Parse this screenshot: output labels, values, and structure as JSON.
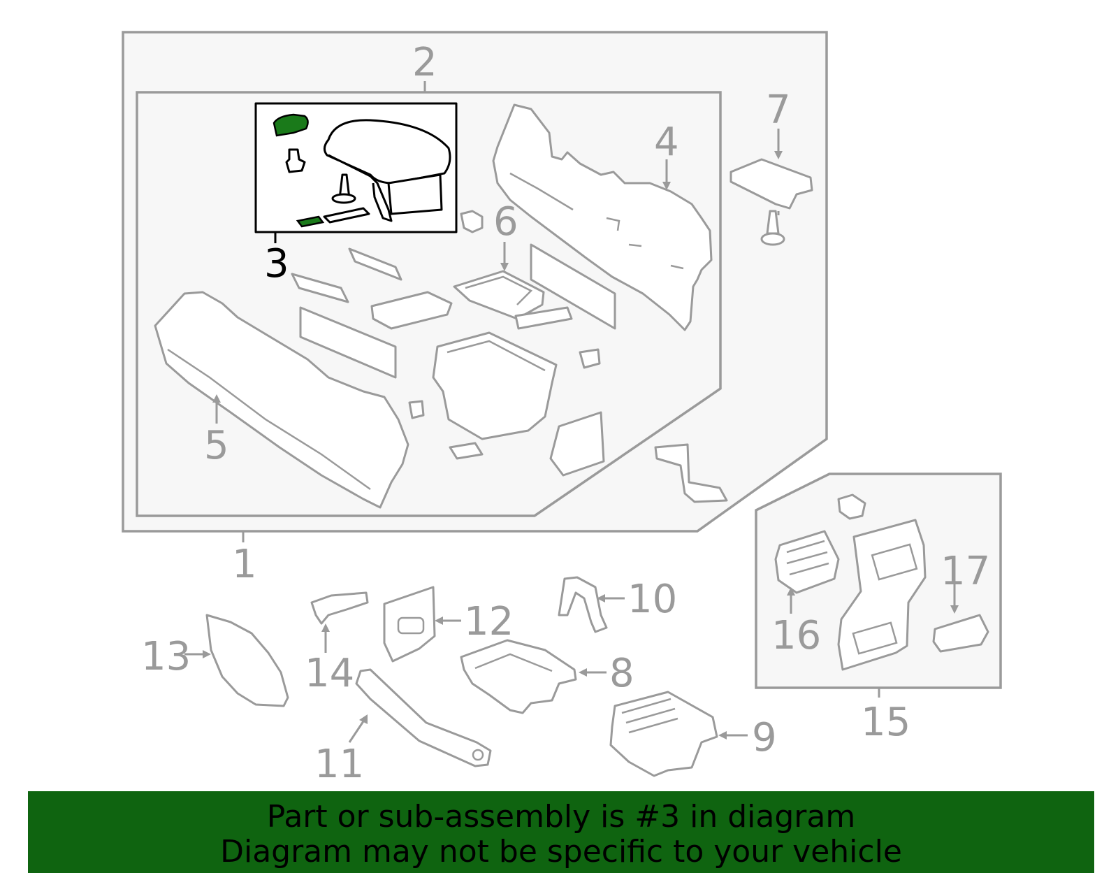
{
  "diagram": {
    "labels": [
      {
        "id": "1",
        "text": "1"
      },
      {
        "id": "2",
        "text": "2"
      },
      {
        "id": "3",
        "text": "3"
      },
      {
        "id": "4",
        "text": "4"
      },
      {
        "id": "5",
        "text": "5"
      },
      {
        "id": "6",
        "text": "6"
      },
      {
        "id": "7",
        "text": "7"
      },
      {
        "id": "8",
        "text": "8"
      },
      {
        "id": "9",
        "text": "9"
      },
      {
        "id": "10",
        "text": "10"
      },
      {
        "id": "11",
        "text": "11"
      },
      {
        "id": "12",
        "text": "12"
      },
      {
        "id": "13",
        "text": "13"
      },
      {
        "id": "14",
        "text": "14"
      },
      {
        "id": "15",
        "text": "15"
      },
      {
        "id": "16",
        "text": "16"
      },
      {
        "id": "17",
        "text": "17"
      }
    ],
    "highlighted_part": "3",
    "colors": {
      "outline": "#9a9a9a",
      "highlight_outline": "#000000",
      "highlight_fill": "#1a7a1a",
      "banner_bg": "#0f6410"
    }
  },
  "banner": {
    "line1": "Part or sub-assembly is #3 in diagram",
    "line2": "Diagram may not be specific to your vehicle"
  }
}
